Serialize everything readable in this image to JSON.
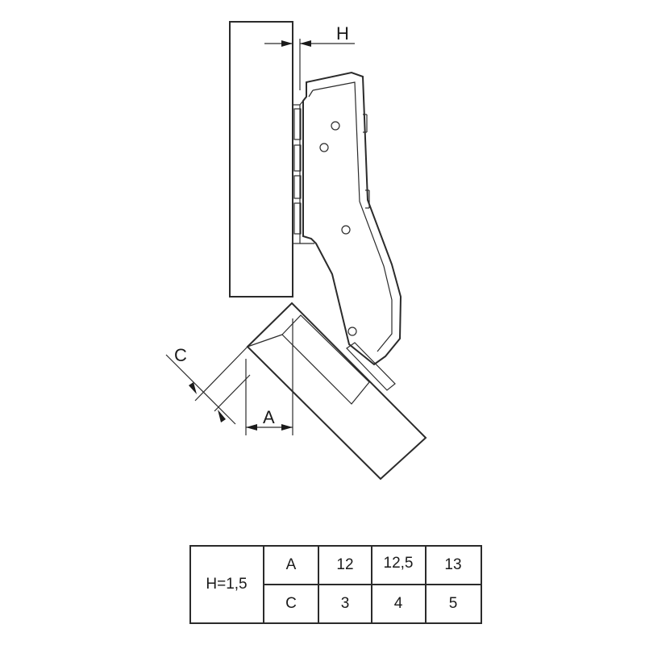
{
  "dimensions": {
    "h_label": "H",
    "c_label": "C",
    "a_label": "A"
  },
  "table": {
    "h_value": "H=1,5",
    "row_a": {
      "label": "A",
      "values": [
        "12",
        "12,5",
        "13"
      ]
    },
    "row_c": {
      "label": "C",
      "values": [
        "3",
        "4",
        "5"
      ]
    }
  },
  "colors": {
    "line": "#2b2b2b",
    "background": "#ffffff"
  }
}
